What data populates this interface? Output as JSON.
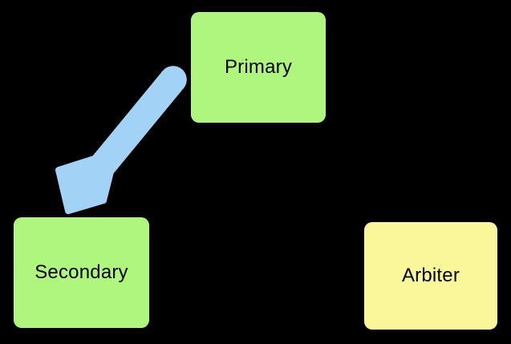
{
  "canvas": {
    "background": "#000000",
    "text_color": "#000000"
  },
  "diagram": {
    "nodes": [
      {
        "label": "Primary",
        "fill": "#AFF67E"
      },
      {
        "label": "Secondary",
        "fill": "#AFF67E"
      },
      {
        "label": "Arbiter",
        "fill": "#FAF79B"
      }
    ],
    "edge": {
      "from": "Primary",
      "to": "Secondary",
      "style": "thick-arrow",
      "color": "#A3D2F7"
    }
  }
}
